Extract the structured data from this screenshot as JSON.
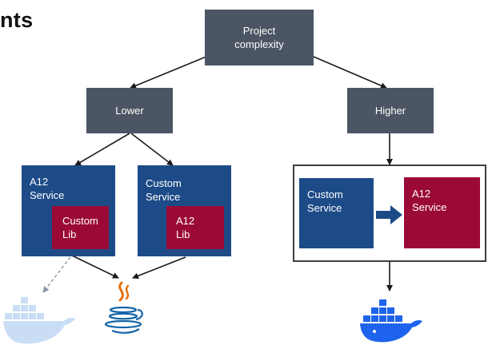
{
  "title_fragment": "nts",
  "nodes": {
    "project_complexity": "Project\ncomplexity",
    "lower": "Lower",
    "higher": "Higher",
    "a12_service_left": "A12\nService",
    "custom_lib": "Custom\nLib",
    "custom_service_mid": "Custom\nService",
    "a12_lib": "A12\nLib",
    "custom_service_right": "Custom\nService",
    "a12_service_right": "A12\nService"
  },
  "icons": [
    "docker-icon-faded",
    "java-icon",
    "docker-icon"
  ],
  "colors": {
    "gray_box": "#4b5563",
    "blue_box": "#1d4b87",
    "red_box": "#9b0a37",
    "docker_blue": "#1d63ed",
    "docker_faded": "#c9def5",
    "java_orange": "#e76f00",
    "java_blue": "#1565a8"
  }
}
